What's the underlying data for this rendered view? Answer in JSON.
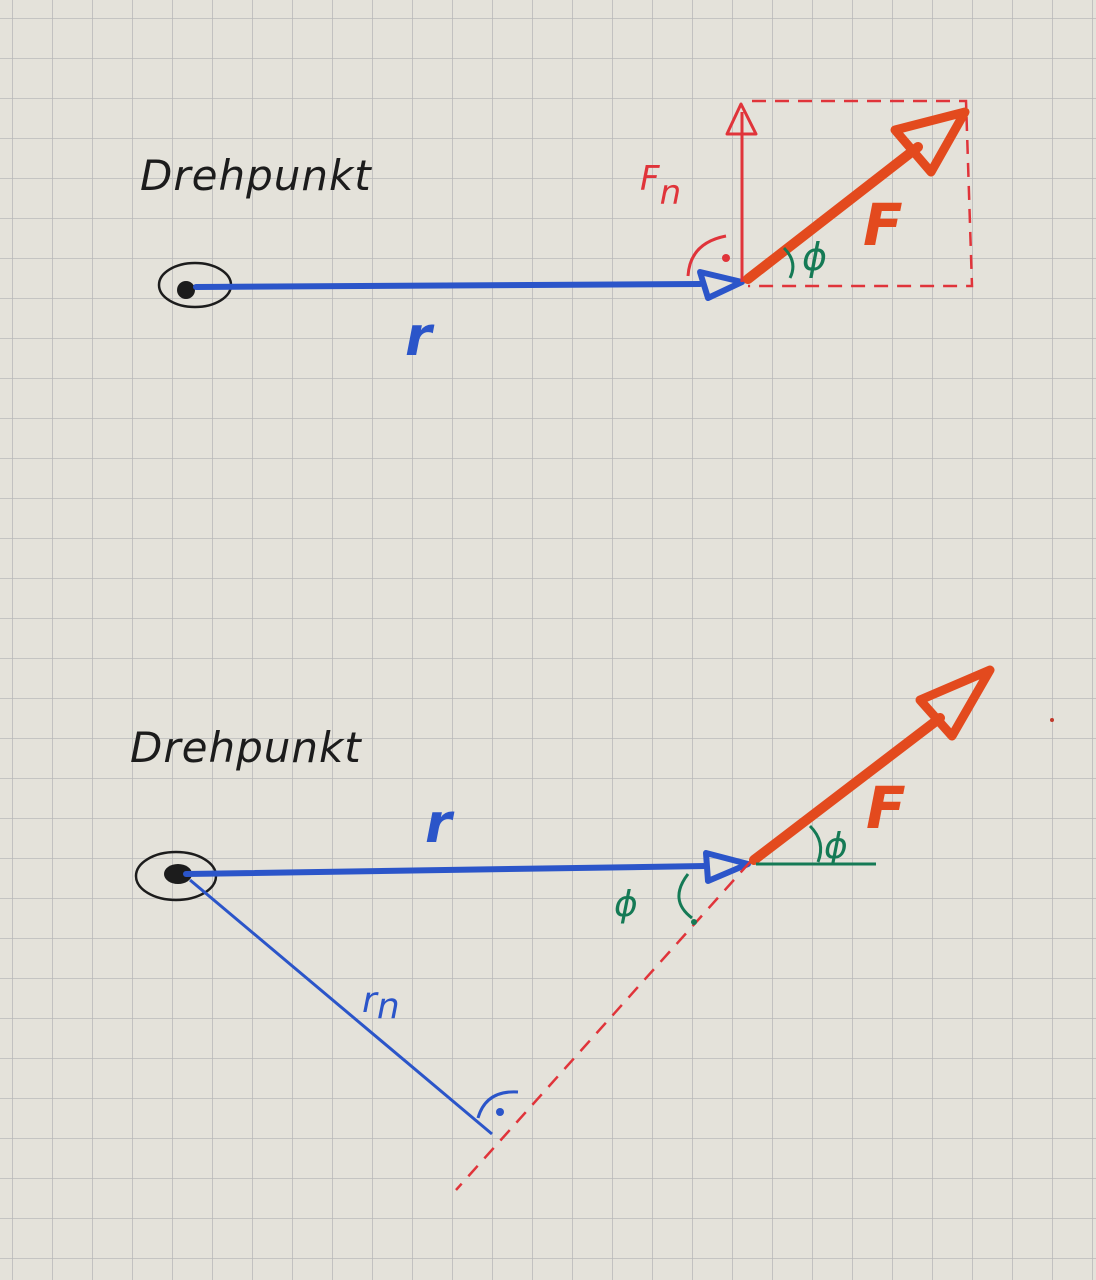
{
  "colors": {
    "paper": "#e4e2da",
    "grid": "#b9b9b9",
    "ink": "#1c1c1c",
    "radius": "#2b55c9",
    "force": "#e34a1e",
    "component": "#e0343a",
    "angle": "#157a55"
  },
  "top_diagram": {
    "pivot_label": "Drehpunkt",
    "radius_label": "r",
    "force_label": "F",
    "normal_force_label": "F",
    "normal_force_subscript": "n",
    "angle_label": "ϕ"
  },
  "bottom_diagram": {
    "pivot_label": "Drehpunkt",
    "radius_label": "r",
    "lever_arm_label": "r",
    "lever_arm_subscript": "n",
    "force_label": "F",
    "angle_label_force": "ϕ",
    "angle_label_line": "ϕ"
  }
}
